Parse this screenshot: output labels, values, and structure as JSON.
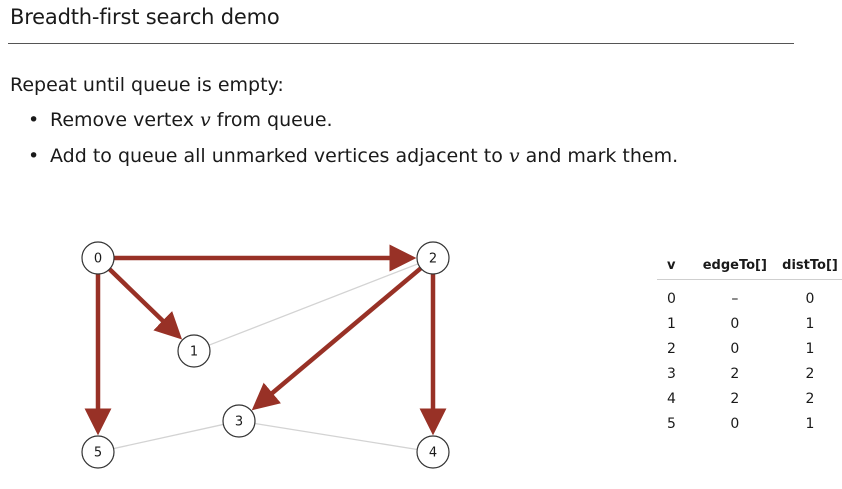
{
  "slide": {
    "title": "Breadth-first search demo",
    "intro": "Repeat until queue is empty:",
    "bullet1": {
      "before": "Remove vertex ",
      "var": "v",
      "after": " from queue."
    },
    "bullet2": {
      "before": "Add to queue all unmarked vertices adjacent to ",
      "var": "v",
      "after": " and mark them."
    }
  },
  "graph": {
    "vertices": [
      {
        "id": "0",
        "label": "0"
      },
      {
        "id": "1",
        "label": "1"
      },
      {
        "id": "2",
        "label": "2"
      },
      {
        "id": "3",
        "label": "3"
      },
      {
        "id": "4",
        "label": "4"
      },
      {
        "id": "5",
        "label": "5"
      }
    ],
    "tree_edges": [
      [
        "0",
        "2"
      ],
      [
        "0",
        "1"
      ],
      [
        "0",
        "5"
      ],
      [
        "2",
        "3"
      ],
      [
        "2",
        "4"
      ]
    ],
    "other_edges": [
      [
        "1",
        "2"
      ],
      [
        "3",
        "5"
      ],
      [
        "3",
        "4"
      ]
    ],
    "colors": {
      "tree_edge": "#983126",
      "other_edge": "#d3d3d3",
      "node_stroke": "#333333"
    }
  },
  "table": {
    "headers": [
      "v",
      "edgeTo[]",
      "distTo[]"
    ],
    "rows": [
      [
        "0",
        "–",
        "0"
      ],
      [
        "1",
        "0",
        "1"
      ],
      [
        "2",
        "0",
        "1"
      ],
      [
        "3",
        "2",
        "2"
      ],
      [
        "4",
        "2",
        "2"
      ],
      [
        "5",
        "0",
        "1"
      ]
    ]
  }
}
